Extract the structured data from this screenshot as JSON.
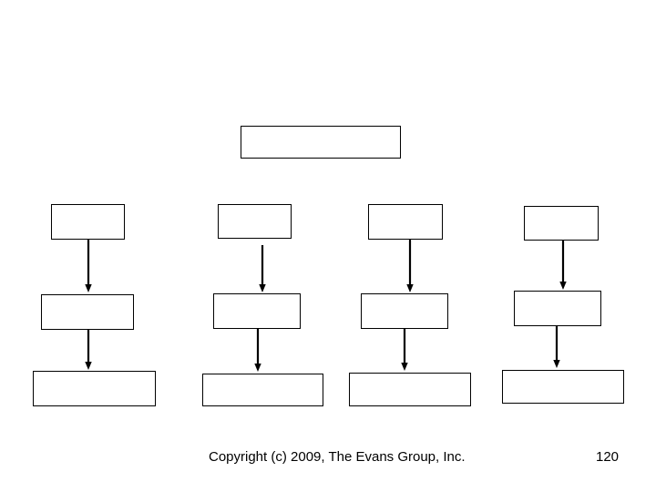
{
  "slide": {
    "background_color": "#ffffff",
    "line_color": "#000000",
    "page_number": "120",
    "copyright": "Copyright (c) 2009, The Evans Group, Inc."
  },
  "diagram": {
    "type": "flowchart",
    "title_box": {
      "label": ""
    },
    "columns": [
      {
        "row2": {
          "label": ""
        },
        "row3": {
          "label": ""
        },
        "row4": {
          "label": ""
        }
      },
      {
        "row2": {
          "label": ""
        },
        "row3": {
          "label": ""
        },
        "row4": {
          "label": ""
        }
      },
      {
        "row2": {
          "label": ""
        },
        "row3": {
          "label": ""
        },
        "row4": {
          "label": ""
        }
      },
      {
        "row2": {
          "label": ""
        },
        "row3": {
          "label": ""
        },
        "row4": {
          "label": ""
        }
      }
    ],
    "connectors": [
      {
        "from": "col1-row2",
        "to": "col1-row3",
        "style": "arrow-down"
      },
      {
        "from": "col2-row2",
        "to": "col2-row3",
        "style": "arrow-down"
      },
      {
        "from": "col3-row2",
        "to": "col3-row3",
        "style": "arrow-down"
      },
      {
        "from": "col4-row2",
        "to": "col4-row3",
        "style": "arrow-down"
      },
      {
        "from": "col1-row3",
        "to": "col1-row4",
        "style": "arrow-down"
      },
      {
        "from": "col2-row3",
        "to": "col2-row4",
        "style": "arrow-down"
      },
      {
        "from": "col3-row3",
        "to": "col3-row4",
        "style": "arrow-down"
      },
      {
        "from": "col4-row3",
        "to": "col4-row4",
        "style": "arrow-down"
      }
    ]
  }
}
